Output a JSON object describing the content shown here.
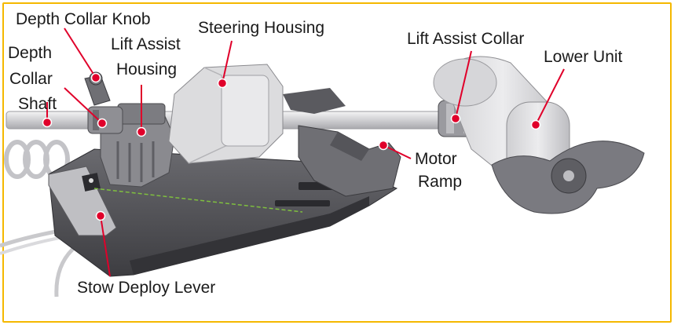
{
  "colors": {
    "border": "#f5b800",
    "callout": "#e0002a",
    "label_text": "#1a1a1a",
    "body_dark": "#4b4b4f",
    "body_mid": "#8a8a8e",
    "body_light": "#d9d9db",
    "guide_line": "#7fbf3f"
  },
  "labels": {
    "depth_collar_knob": "Depth Collar Knob",
    "depth": "Depth",
    "collar": "Collar",
    "shaft": "Shaft",
    "lift_assist": "Lift Assist",
    "housing": "Housing",
    "steering_housing": "Steering Housing",
    "lift_assist_collar": "Lift Assist Collar",
    "lower_unit": "Lower Unit",
    "motor": "Motor",
    "ramp": "Ramp",
    "stow_deploy_lever": "Stow Deploy Lever"
  }
}
